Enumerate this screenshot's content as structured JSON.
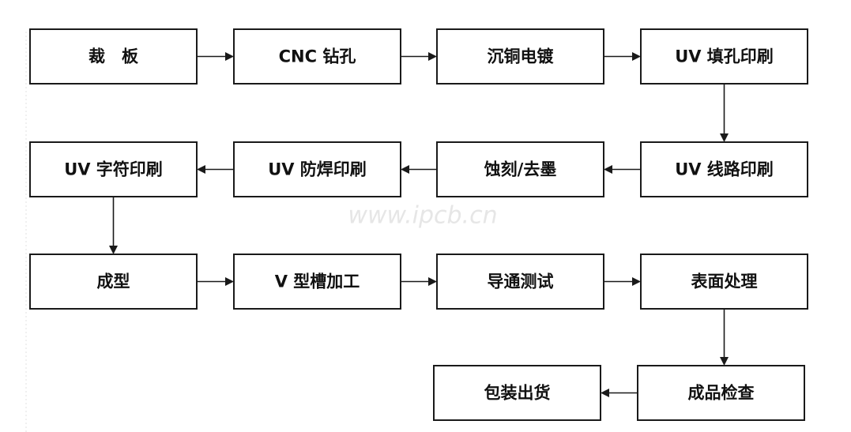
{
  "diagram": {
    "nodes": [
      {
        "id": "cut",
        "label": "裁　板"
      },
      {
        "id": "cnc",
        "label": "CNC 钻孔"
      },
      {
        "id": "plating",
        "label": "沉铜电镀"
      },
      {
        "id": "uv-fill",
        "label": "UV 填孔印刷"
      },
      {
        "id": "uv-circuit",
        "label": "UV 线路印刷"
      },
      {
        "id": "etch",
        "label": "蚀刻/去墨"
      },
      {
        "id": "uv-mask",
        "label": "UV 防焊印刷"
      },
      {
        "id": "uv-legend",
        "label": "UV 字符印刷"
      },
      {
        "id": "forming",
        "label": "成型"
      },
      {
        "id": "v-groove",
        "label": "V 型槽加工"
      },
      {
        "id": "e-test",
        "label": "导通测试"
      },
      {
        "id": "surface",
        "label": "表面处理"
      },
      {
        "id": "inspect",
        "label": "成品检查"
      },
      {
        "id": "ship",
        "label": "包装出货"
      }
    ],
    "edges": [
      {
        "from": "cut",
        "to": "cnc"
      },
      {
        "from": "cnc",
        "to": "plating"
      },
      {
        "from": "plating",
        "to": "uv-fill"
      },
      {
        "from": "uv-fill",
        "to": "uv-circuit"
      },
      {
        "from": "uv-circuit",
        "to": "etch"
      },
      {
        "from": "etch",
        "to": "uv-mask"
      },
      {
        "from": "uv-mask",
        "to": "uv-legend"
      },
      {
        "from": "uv-legend",
        "to": "forming"
      },
      {
        "from": "forming",
        "to": "v-groove"
      },
      {
        "from": "v-groove",
        "to": "e-test"
      },
      {
        "from": "e-test",
        "to": "surface"
      },
      {
        "from": "surface",
        "to": "inspect"
      },
      {
        "from": "inspect",
        "to": "ship"
      }
    ]
  },
  "watermark": "www.ipcb.cn"
}
